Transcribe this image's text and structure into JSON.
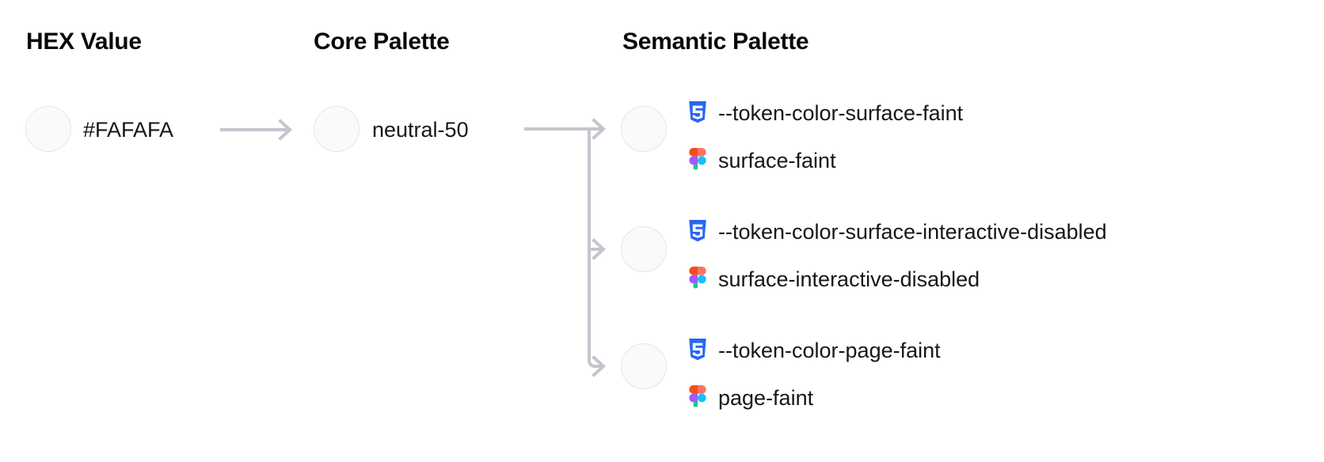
{
  "columns": {
    "hex": {
      "header": "HEX Value"
    },
    "core": {
      "header": "Core Palette"
    },
    "semantic": {
      "header": "Semantic Palette"
    }
  },
  "hex": {
    "value": "#FAFAFA",
    "swatch_color": "#FAFAFA"
  },
  "core": {
    "value": "neutral-50",
    "swatch_color": "#FAFAFA"
  },
  "semantic_tokens": [
    {
      "swatch_color": "#FAFAFA",
      "css_icon": "css3-icon",
      "css_token": "--token-color-surface-faint",
      "figma_icon": "figma-icon",
      "figma_token": "surface-faint"
    },
    {
      "swatch_color": "#FAFAFA",
      "css_icon": "css3-icon",
      "css_token": "--token-color-surface-interactive-disabled",
      "figma_icon": "figma-icon",
      "figma_token": "surface-interactive-disabled"
    },
    {
      "swatch_color": "#FAFAFA",
      "css_icon": "css3-icon",
      "css_token": "--token-color-page-faint",
      "figma_icon": "figma-icon",
      "figma_token": "page-faint"
    }
  ],
  "colors": {
    "text": "#171717",
    "heading": "#0A0A0A",
    "connector": "#C3C6CD",
    "swatch_border": "#E6E6E8",
    "background": "#FFFFFF",
    "css_icon_blue": "#2965F1",
    "figma_red": "#F24E1E",
    "figma_purple": "#A259FF",
    "figma_blue": "#1ABCFE",
    "figma_green": "#0ACF83"
  },
  "connector": {
    "hex_to_core_arrow": "arrow-right",
    "core_to_semantic": "tree-branch-three"
  }
}
